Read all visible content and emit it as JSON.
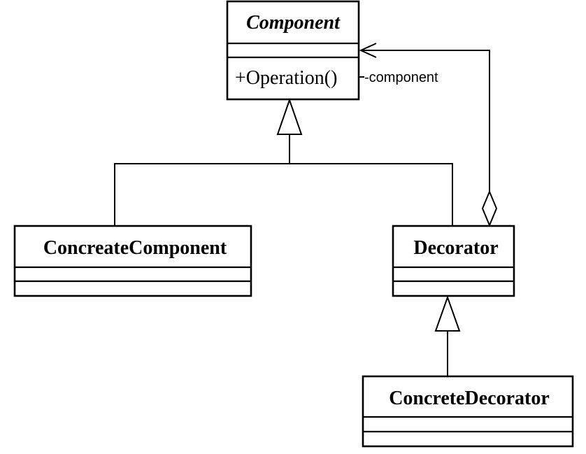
{
  "classes": {
    "component": {
      "name": "Component",
      "operation": "+Operation()"
    },
    "concrete_component": {
      "name": "ConcreateComponent"
    },
    "decorator": {
      "name": "Decorator"
    },
    "concrete_decorator": {
      "name": "ConcreteDecorator"
    }
  },
  "associations": {
    "decorator_component": {
      "role_label": "-component"
    }
  }
}
